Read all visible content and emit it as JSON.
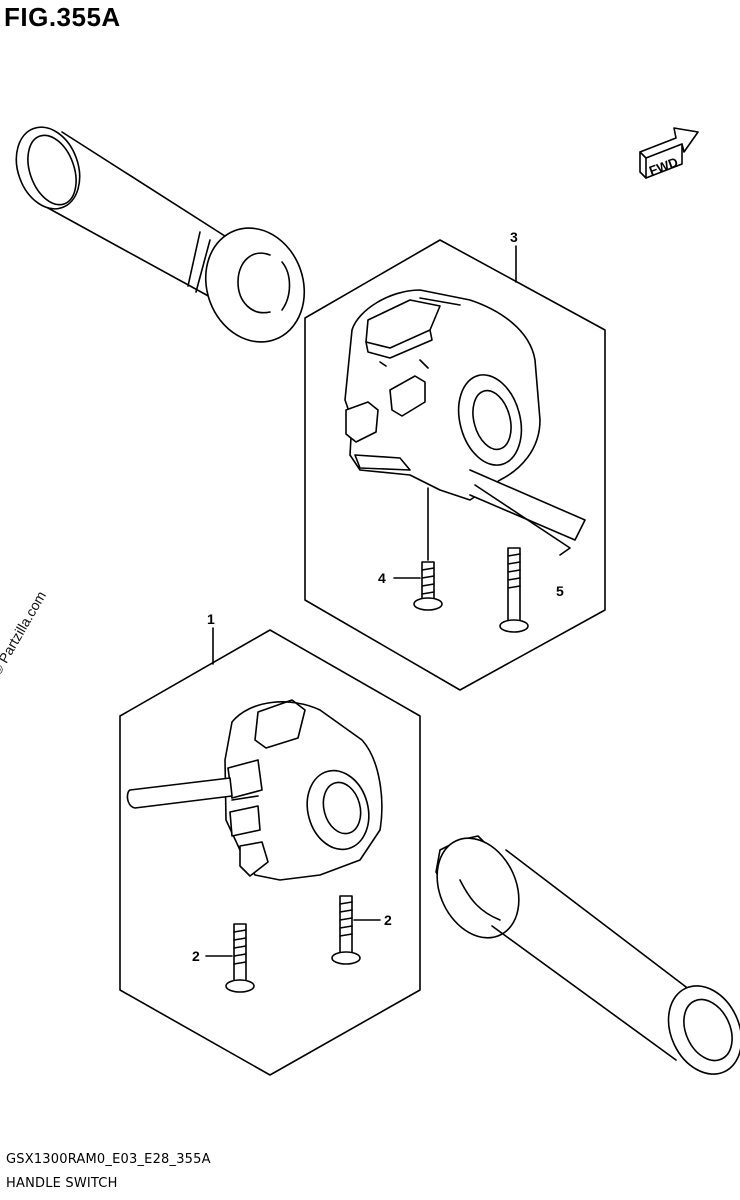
{
  "figure": {
    "title": "FIG.355A",
    "code": "GSX1300RAM0_E03_E28_355A",
    "name": "HANDLE SWITCH",
    "watermark": "© Partzilla.com",
    "direction_label": "FWD"
  },
  "callouts": {
    "p1": "1",
    "p2a": "2",
    "p2b": "2",
    "p3": "3",
    "p4": "4",
    "p5": "5"
  },
  "icons": {
    "fwd": "fwd-arrow-icon"
  }
}
